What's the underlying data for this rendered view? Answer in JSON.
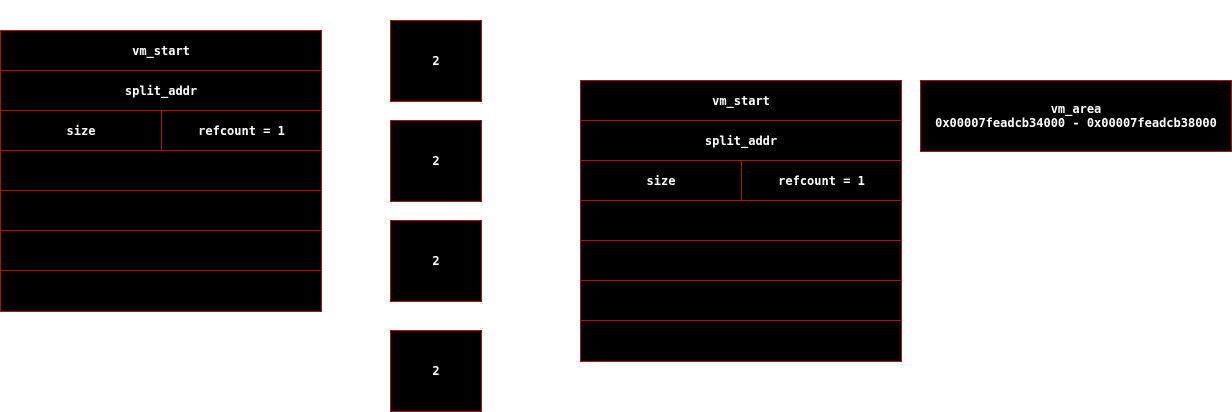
{
  "struct_left": {
    "vm_start": "vm_start",
    "split_addr": "split_addr",
    "size": "size",
    "refcount": "refcount = 1",
    "empty_rows": [
      "",
      "",
      "",
      ""
    ]
  },
  "small_boxes": [
    "2",
    "2",
    "2",
    "2"
  ],
  "struct_right": {
    "vm_start": "vm_start",
    "split_addr": "split_addr",
    "size": "size",
    "refcount": "refcount = 1",
    "empty_rows": [
      "",
      "",
      "",
      ""
    ]
  },
  "vm_area": {
    "title": "vm_area",
    "range": "0x00007feadcb34000 - 0x00007feadcb38000"
  },
  "colors": {
    "box_fill": "#000000",
    "border": "#b01010",
    "text": "#ffffff"
  }
}
